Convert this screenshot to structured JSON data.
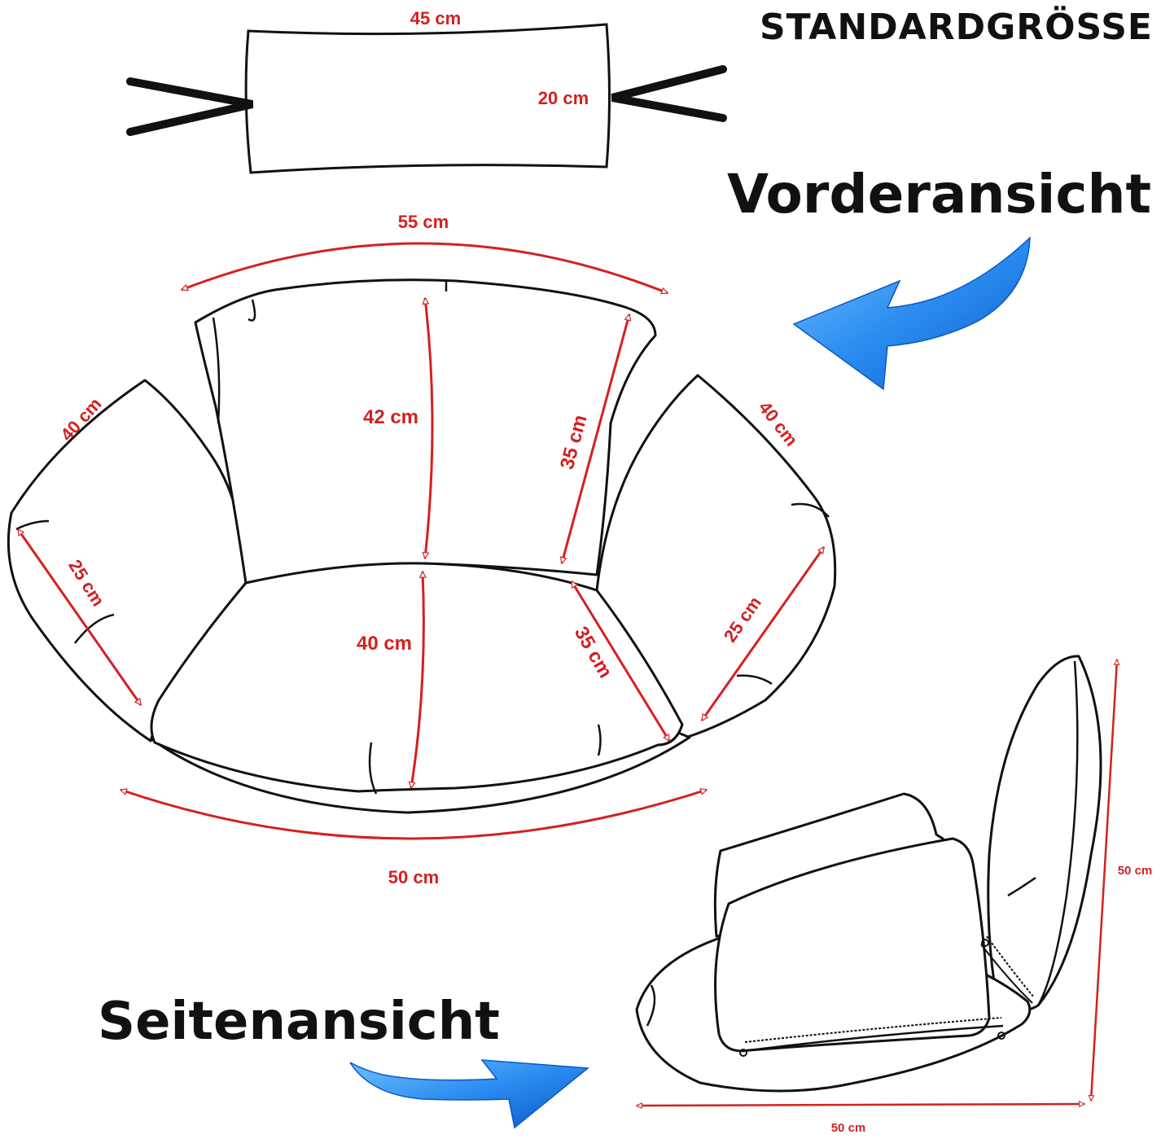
{
  "titles": {
    "standard": "STANDARDGRÖSSE",
    "front_view": "Vorderansicht",
    "side_view": "Seitenansicht"
  },
  "dimensions": {
    "pillow_width": "45 cm",
    "pillow_height": "20 cm",
    "back_top_width": "55 cm",
    "back_height": "42 cm",
    "back_side": "35 cm",
    "seat_depth": "40 cm",
    "seat_side": "35 cm",
    "left_arm_top": "40 cm",
    "left_arm_side": "25 cm",
    "right_arm_top": "40 cm",
    "right_arm_side": "25 cm",
    "bottom_width": "50 cm",
    "side_height": "50 cm",
    "side_width": "50 cm"
  },
  "colors": {
    "dimension": "#d42020",
    "outline": "#111111",
    "arrow": "#2b8cf0",
    "arrow_dark": "#0a58c8"
  }
}
